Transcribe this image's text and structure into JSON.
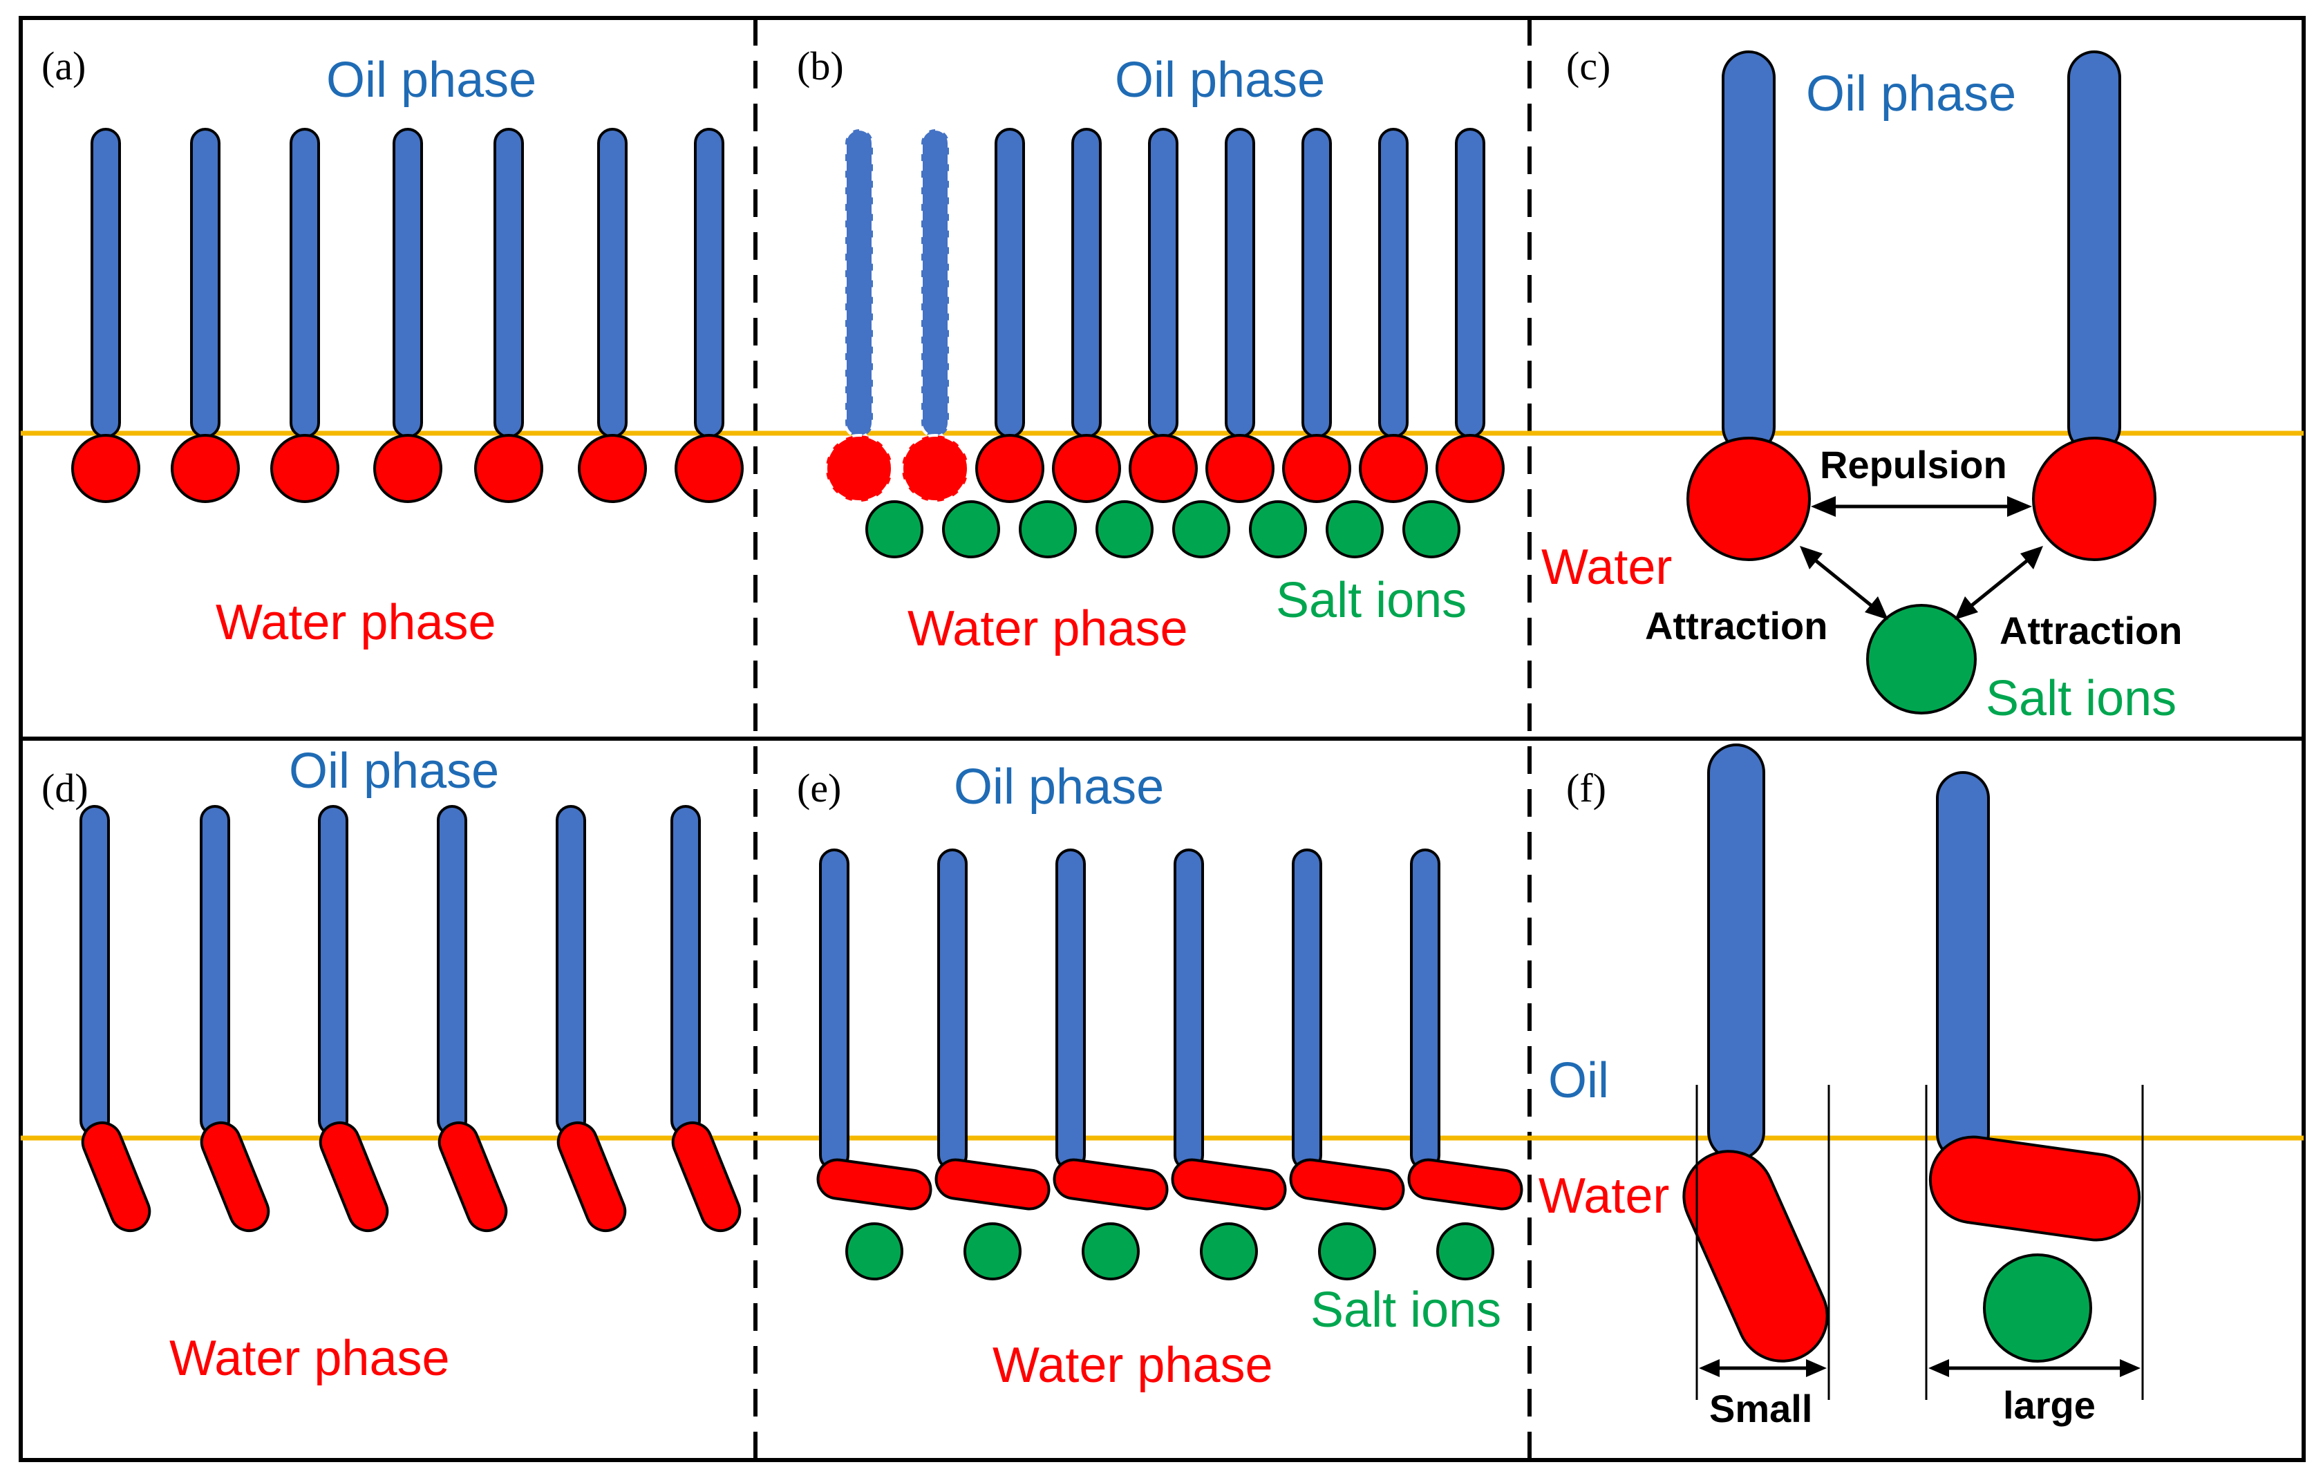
{
  "panels": {
    "a": {
      "tag": "(a)",
      "oil": "Oil phase",
      "water": "Water phase"
    },
    "b": {
      "tag": "(b)",
      "oil": "Oil phase",
      "water": "Water phase",
      "salt": "Salt ions"
    },
    "c": {
      "tag": "(c)",
      "oil": "Oil phase",
      "water": "Water",
      "salt": "Salt ions",
      "repulsion": "Repulsion",
      "attraction_left": "Attraction",
      "attraction_right": "Attraction"
    },
    "d": {
      "tag": "(d)",
      "oil": "Oil phase",
      "water": "Water phase"
    },
    "e": {
      "tag": "(e)",
      "oil": "Oil phase",
      "water": "Water phase",
      "salt": "Salt ions"
    },
    "f": {
      "tag": "(f)",
      "oil": "Oil",
      "water": "Water",
      "small": "Small",
      "large": "large"
    }
  },
  "colors": {
    "tail": "#4472c4",
    "head": "#ff0000",
    "salt_ion": "#00a64f",
    "interface": "#f5b800",
    "oil_text": "#1f6bb5",
    "water_text": "#ff0000",
    "salt_text": "#00a64f"
  }
}
